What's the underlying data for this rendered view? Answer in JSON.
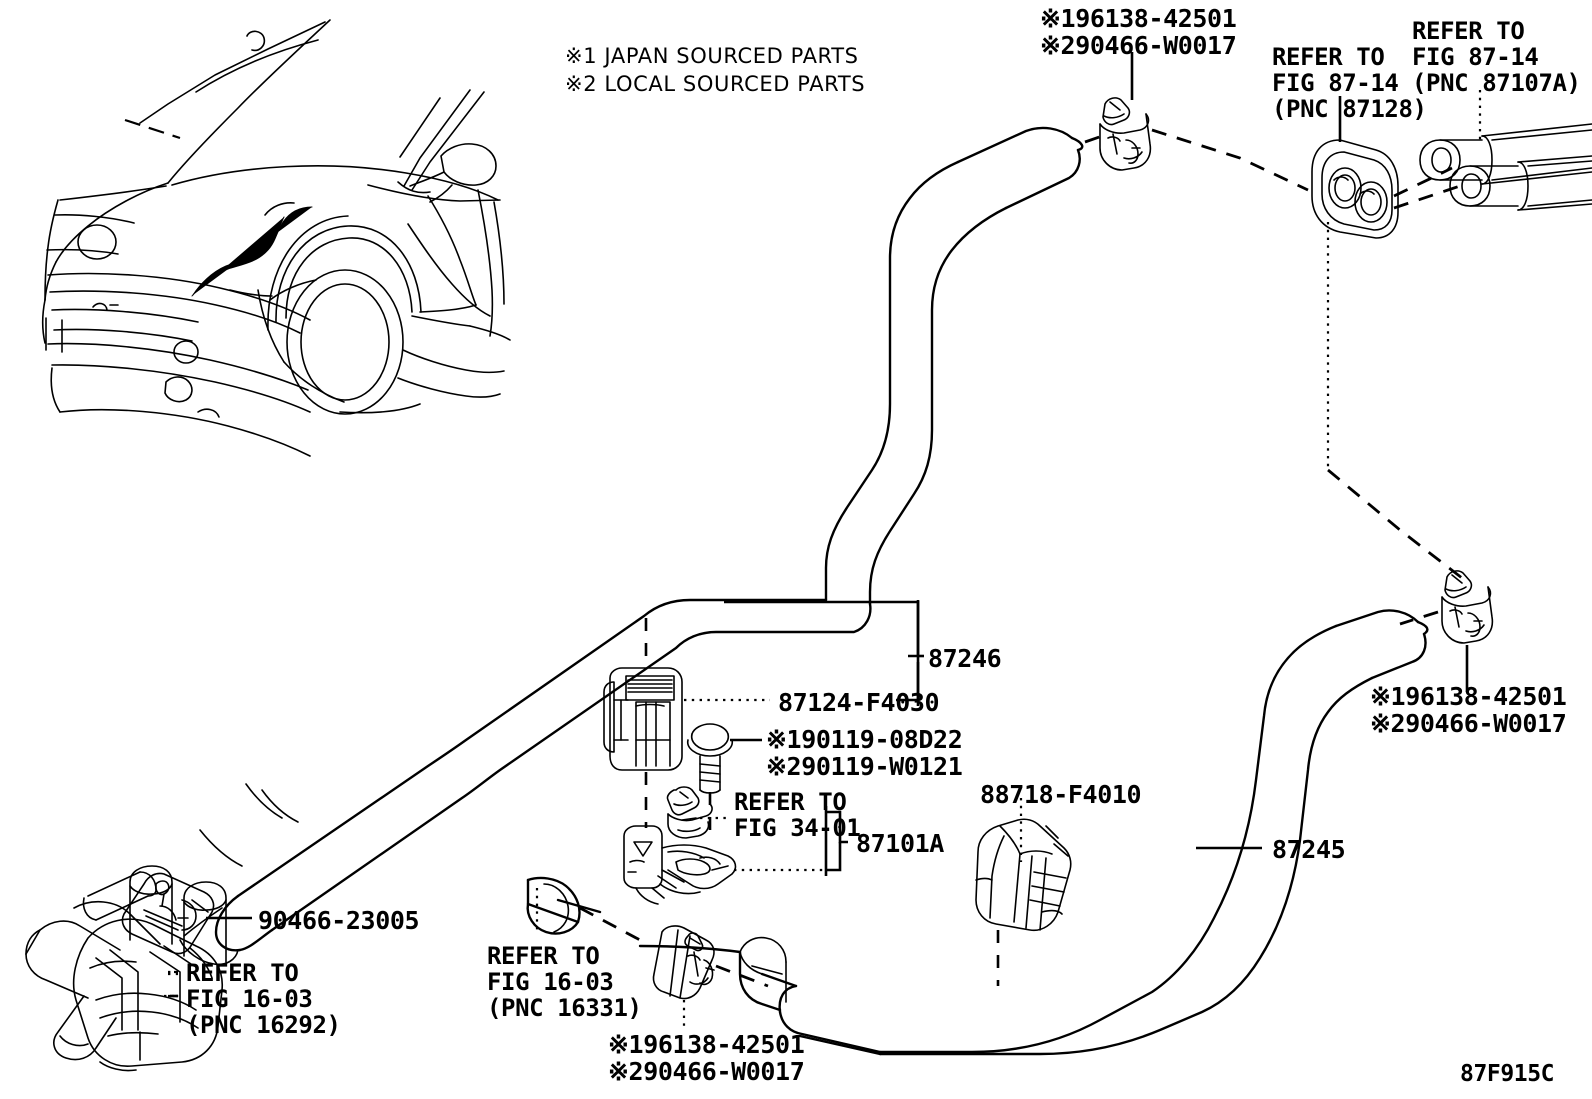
{
  "diagram": {
    "title": "Toyota C-HR Heater Water Hose / Piping parts diagram",
    "figure_id": "87F915C",
    "ink_color": "#000000",
    "background_color": "#ffffff"
  },
  "notes": {
    "note1": "※1 JAPAN SOURCED PARTS",
    "note2": "※2 LOCAL SOURCED PARTS"
  },
  "labels": {
    "clip_top": {
      "line1": "※196138-42501",
      "line2": "※290466-W0017"
    },
    "refer_87128": {
      "line1": "REFER TO",
      "line2": "FIG 87-14",
      "line3": "(PNC 87128)"
    },
    "refer_87107a": {
      "line1": "REFER TO",
      "line2": "FIG 87-14",
      "line3": "(PNC 87107A)"
    },
    "hose_87246": "87246",
    "clamp_87124": "87124-F4030",
    "bolt": {
      "line1": "※190119-08D22",
      "line2": "※290119-W0121"
    },
    "refer_fig34": {
      "line1": "REFER TO",
      "line2": "FIG 34-01"
    },
    "bracket_87101a": "87101A",
    "connector_88718": "88718-F4010",
    "hose_87245": "87245",
    "clip_right": {
      "line1": "※196138-42501",
      "line2": "※290466-W0017"
    },
    "clamp_90466": "90466-23005",
    "refer_16292": {
      "line1": "REFER TO",
      "line2": "FIG 16-03",
      "line3": "(PNC 16292)"
    },
    "refer_16331": {
      "line1": "REFER TO",
      "line2": "FIG 16-03",
      "line3": "(PNC 16331)"
    },
    "clip_bottom": {
      "line1": "※196138-42501",
      "line2": "※290466-W0017"
    },
    "figure_code": "87F915C"
  },
  "parts": [
    {
      "callout": "87246",
      "name": "water-hose-inlet",
      "type": "hose"
    },
    {
      "callout": "87245",
      "name": "water-hose-outlet",
      "type": "hose"
    },
    {
      "callout": "87124-F4030",
      "name": "hose-clamp-bracket",
      "type": "clamp"
    },
    {
      "callout": "87101A",
      "name": "heater-radiator-bracket",
      "type": "bracket"
    },
    {
      "callout": "88718-F4010",
      "name": "hose-protector",
      "type": "protector"
    },
    {
      "callout": "90466-23005",
      "name": "hose-clip",
      "type": "clip"
    },
    {
      "callout": "196138-42501",
      "name": "hose-clamp-japan",
      "type": "clamp"
    },
    {
      "callout": "290466-W0017",
      "name": "hose-clamp-local",
      "type": "clamp"
    },
    {
      "callout": "90119-08D22",
      "name": "bolt-with-washer-japan",
      "type": "bolt"
    },
    {
      "callout": "90119-W0121",
      "name": "bolt-with-washer-local",
      "type": "bolt"
    }
  ]
}
